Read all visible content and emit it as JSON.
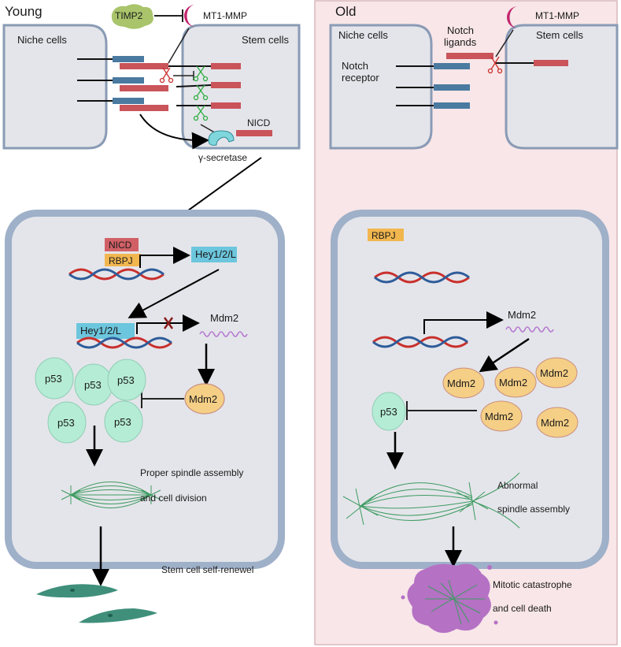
{
  "young": {
    "title": "Young",
    "timp2": "TIMP2",
    "mt1mmp": "MT1-MMP",
    "niche_cells": "Niche cells",
    "stem_cells": "Stem cells",
    "nicd_top": "NICD",
    "gamma_secretase": "γ-secretase",
    "nicd_box": "NICD",
    "rbpj": "RBPJ",
    "hey_top": "Hey1/2/L",
    "hey_bottom": "Hey1/2/L",
    "mdm2_gene": "Mdm2",
    "mdm2_protein": "Mdm2",
    "p53": [
      "p53",
      "p53",
      "p53",
      "p53",
      "p53"
    ],
    "spindle_line1": "Proper spindle assembly",
    "spindle_line2": "and cell division",
    "self_renewal": "Stem cell self-renewel"
  },
  "old": {
    "title": "Old",
    "mt1mmp": "MT1-MMP",
    "niche_cells": "Niche cells",
    "notch_ligands_1": "Notch",
    "notch_ligands_2": "ligands",
    "stem_cells": "Stem cells",
    "notch_receptor_1": "Notch",
    "notch_receptor_2": "receptor",
    "rbpj": "RBPJ",
    "mdm2_gene": "Mdm2",
    "mdm2_proteins": [
      "Mdm2",
      "Mdm2",
      "Mdm2",
      "Mdm2",
      "Mdm2"
    ],
    "p53": "p53",
    "spindle_line1": "Abnormal",
    "spindle_line2": "spindle assembly",
    "death_line1": "Mitotic catastrophe",
    "death_line2": "and cell death"
  },
  "colors": {
    "cell_fill": "#e4e5ea",
    "cell_border": "#8a9bb5",
    "old_panel_bg": "#f8e6e8",
    "old_panel_border": "#d9b8bc",
    "notch_blue": "#4a7aa0",
    "notch_red": "#c9545a",
    "timp2_green": "#a9c46b",
    "mmp_magenta": "#c2256e",
    "p53_mint": "#b5ecd5",
    "mdm2_orange": "#f5cf86",
    "rbpj_orange": "#f2b64f",
    "hey_cyan": "#6cc6dd",
    "spindle_green": "#3e9b62",
    "dying_cell_purple": "#b571c4",
    "daughter_cell_teal": "#3f8f7b"
  }
}
